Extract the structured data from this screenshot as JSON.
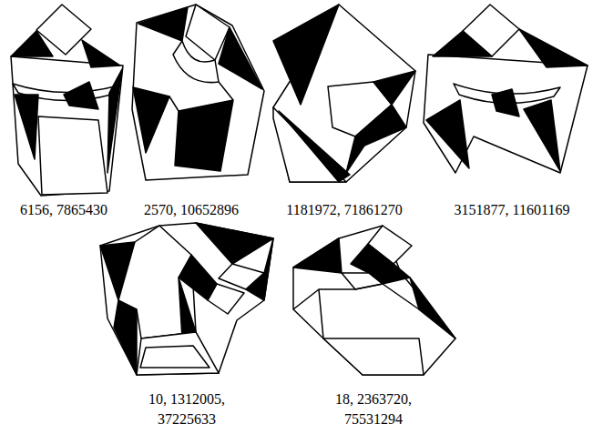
{
  "diagram": {
    "labels": [
      "6156, 7865430",
      "2570, 10652896",
      "1181972, 71861270",
      "3151877, 11601169",
      "10, 1312005, 37225633",
      "18, 2363720, 75531294"
    ]
  }
}
